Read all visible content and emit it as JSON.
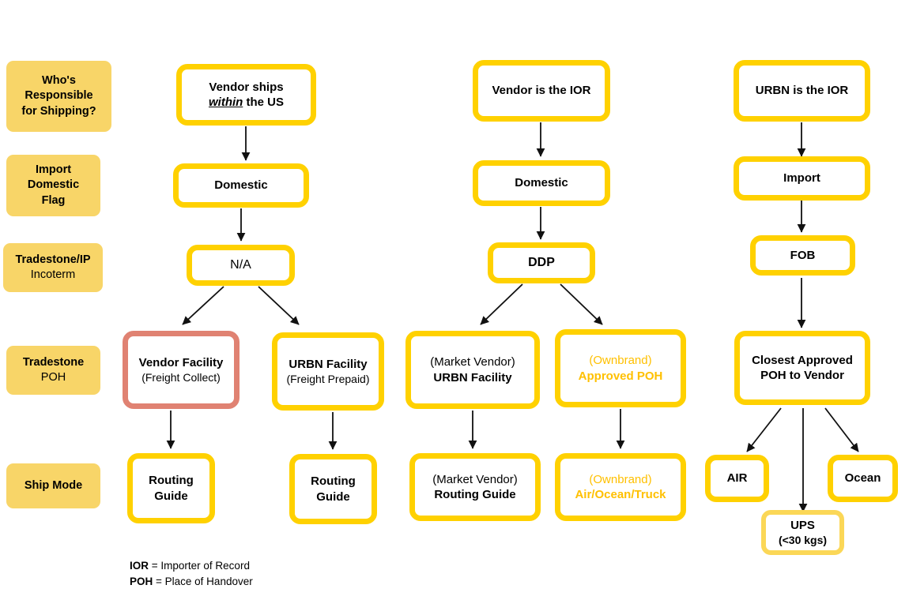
{
  "diagram": {
    "title": "Shipping Responsibility / Incoterm Routing Decision Flowchart",
    "colors": {
      "yellow_border": "#FFD100",
      "light_yellow_border": "#FBD757",
      "red_border": "#E08272",
      "label_badge_fill": "#F8D568",
      "ownbrand_text": "#FFC000",
      "node_fill": "#FFFFFF",
      "text": "#000000",
      "arrow": "#000000"
    },
    "row_labels": [
      {
        "id": "who-responsible",
        "line1": "Who's",
        "line2": "Responsible",
        "line3": "for Shipping?",
        "bold": [
          true,
          true,
          true
        ]
      },
      {
        "id": "import-domestic-flag",
        "line1": "Import",
        "line2": "Domestic",
        "line3": "Flag",
        "bold": [
          true,
          true,
          true
        ]
      },
      {
        "id": "tradestone-incoterm",
        "line1": "Tradestone/IP",
        "line2": "Incoterm",
        "line3": "",
        "bold": [
          true,
          false,
          false
        ]
      },
      {
        "id": "tradestone-poh",
        "line1": "Tradestone",
        "line2": "POH",
        "line3": "",
        "bold": [
          true,
          false,
          false
        ]
      },
      {
        "id": "ship-mode",
        "line1": "Ship Mode",
        "line2": "",
        "line3": "",
        "bold": [
          true,
          false,
          false
        ]
      }
    ],
    "nodes": {
      "col1_start": {
        "line1": "Vendor ships",
        "line2_pre": "within",
        "line2_post": " the US"
      },
      "col1_flag": {
        "line1": "Domestic"
      },
      "col1_incoterm": {
        "line1": "N/A"
      },
      "col1_poh_a": {
        "line1": "Vendor Facility",
        "line2": "(Freight Collect)"
      },
      "col1_poh_b": {
        "line1": "URBN Facility",
        "line2": "(Freight Prepaid)"
      },
      "col1_mode_a": {
        "line1": "Routing",
        "line2": "Guide"
      },
      "col1_mode_b": {
        "line1": "Routing",
        "line2": "Guide"
      },
      "col2_start": {
        "line1": "Vendor is the IOR"
      },
      "col2_flag": {
        "line1": "Domestic"
      },
      "col2_incoterm": {
        "line1": "DDP"
      },
      "col2_poh_a": {
        "line1": "(Market Vendor)",
        "line2": "URBN Facility"
      },
      "col2_poh_b": {
        "line1": "(Ownbrand)",
        "line2": "Approved POH"
      },
      "col2_mode_a": {
        "line1": "(Market Vendor)",
        "line2": "Routing Guide"
      },
      "col2_mode_b": {
        "line1": "(Ownbrand)",
        "line2": "Air/Ocean/Truck"
      },
      "col3_start": {
        "line1": "URBN is the IOR"
      },
      "col3_flag": {
        "line1": "Import"
      },
      "col3_incoterm": {
        "line1": "FOB"
      },
      "col3_poh": {
        "line1": "Closest Approved",
        "line2": "POH to Vendor"
      },
      "col3_mode_air": {
        "line1": "AIR"
      },
      "col3_mode_ups": {
        "line1": "UPS",
        "line2": "(<30 kgs)"
      },
      "col3_mode_ocean": {
        "line1": "Ocean"
      }
    },
    "legend": [
      {
        "abbr": "IOR",
        "sep": " = ",
        "definition": "Importer of Record"
      },
      {
        "abbr": "POH",
        "sep": " = ",
        "definition": "Place of Handover"
      }
    ]
  }
}
